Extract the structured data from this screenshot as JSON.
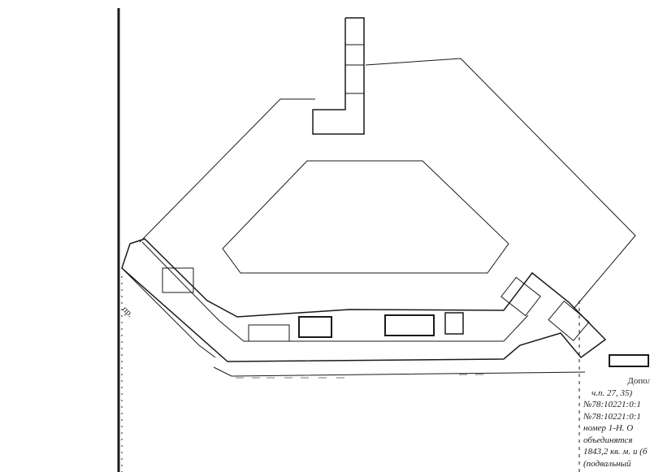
{
  "drawing": {
    "title": "Floor plan",
    "street_label": "пр.",
    "note_lines": [
      "Дополн",
      "ч.п. 27, 35)",
      "№78:10221:0:1",
      "№78:10221:0:1",
      "номер 1-Н. О",
      "объединятся",
      "1843,2 кв. м. и (б",
      "(подвальный"
    ]
  },
  "colors": {
    "ink": "#1a1a1a",
    "paper": "#ffffff"
  }
}
